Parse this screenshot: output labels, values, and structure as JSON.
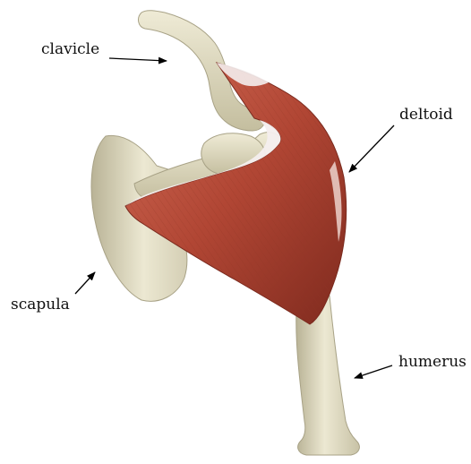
{
  "labels": {
    "clavicle": "clavicle",
    "deltoid": "deltoid",
    "scapula": "scapula",
    "humerus": "humerus"
  },
  "colors": {
    "bone": "#e3dfc6",
    "bone_shadow": "#b9b396",
    "muscle": "#b84d3a",
    "muscle_dark": "#7f2a1e",
    "tendon": "#f4eeee",
    "arrow": "#000000"
  }
}
